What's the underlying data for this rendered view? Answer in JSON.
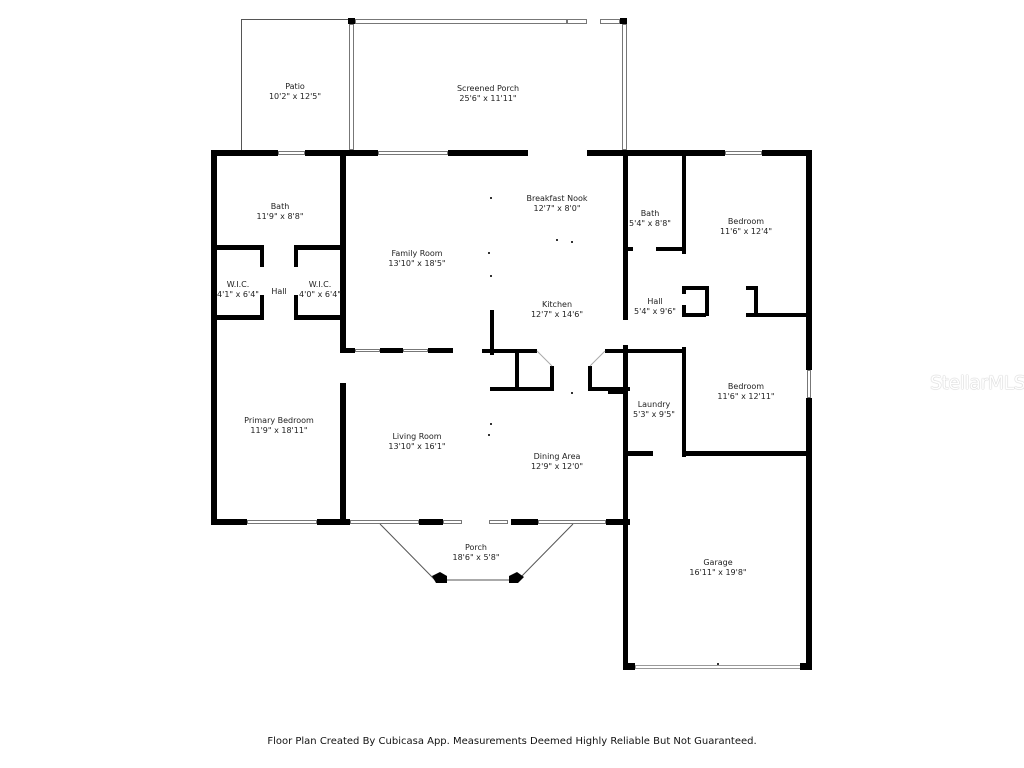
{
  "floor_plan": {
    "rooms": [
      {
        "id": "patio",
        "name": "Patio",
        "dimensions": "10'2\" x 12'5\""
      },
      {
        "id": "screened_porch",
        "name": "Screened Porch",
        "dimensions": "25'6\" x 11'11\""
      },
      {
        "id": "bath_primary",
        "name": "Bath",
        "dimensions": "11'9\" x 8'8\""
      },
      {
        "id": "wic_left",
        "name": "W.I.C.",
        "dimensions": "4'1\" x 6'4\""
      },
      {
        "id": "hall_primary",
        "name": "Hall",
        "dimensions": ""
      },
      {
        "id": "wic_right",
        "name": "W.I.C.",
        "dimensions": "4'0\" x 6'4\""
      },
      {
        "id": "family_room",
        "name": "Family Room",
        "dimensions": "13'10\" x 18'5\""
      },
      {
        "id": "breakfast_nook",
        "name": "Breakfast Nook",
        "dimensions": "12'7\" x 8'0\""
      },
      {
        "id": "kitchen",
        "name": "Kitchen",
        "dimensions": "12'7\" x 14'6\""
      },
      {
        "id": "bath_2",
        "name": "Bath",
        "dimensions": "5'4\" x 8'8\""
      },
      {
        "id": "bedroom_1",
        "name": "Bedroom",
        "dimensions": "11'6\" x 12'4\""
      },
      {
        "id": "hall_2",
        "name": "Hall",
        "dimensions": "5'4\" x 9'6\""
      },
      {
        "id": "primary_bedroom",
        "name": "Primary Bedroom",
        "dimensions": "11'9\" x 18'11\""
      },
      {
        "id": "living_room",
        "name": "Living Room",
        "dimensions": "13'10\" x 16'1\""
      },
      {
        "id": "dining_area",
        "name": "Dining Area",
        "dimensions": "12'9\" x 12'0\""
      },
      {
        "id": "laundry",
        "name": "Laundry",
        "dimensions": "5'3\" x 9'5\""
      },
      {
        "id": "bedroom_2",
        "name": "Bedroom",
        "dimensions": "11'6\" x 12'11\""
      },
      {
        "id": "porch",
        "name": "Porch",
        "dimensions": "18'6\" x 5'8\""
      },
      {
        "id": "garage",
        "name": "Garage",
        "dimensions": "16'11\" x 19'8\""
      }
    ]
  },
  "footer": {
    "disclaimer": "Floor Plan Created By Cubicasa App. Measurements Deemed Highly Reliable But Not Guaranteed."
  },
  "watermark": {
    "text": "StellarMLS"
  }
}
